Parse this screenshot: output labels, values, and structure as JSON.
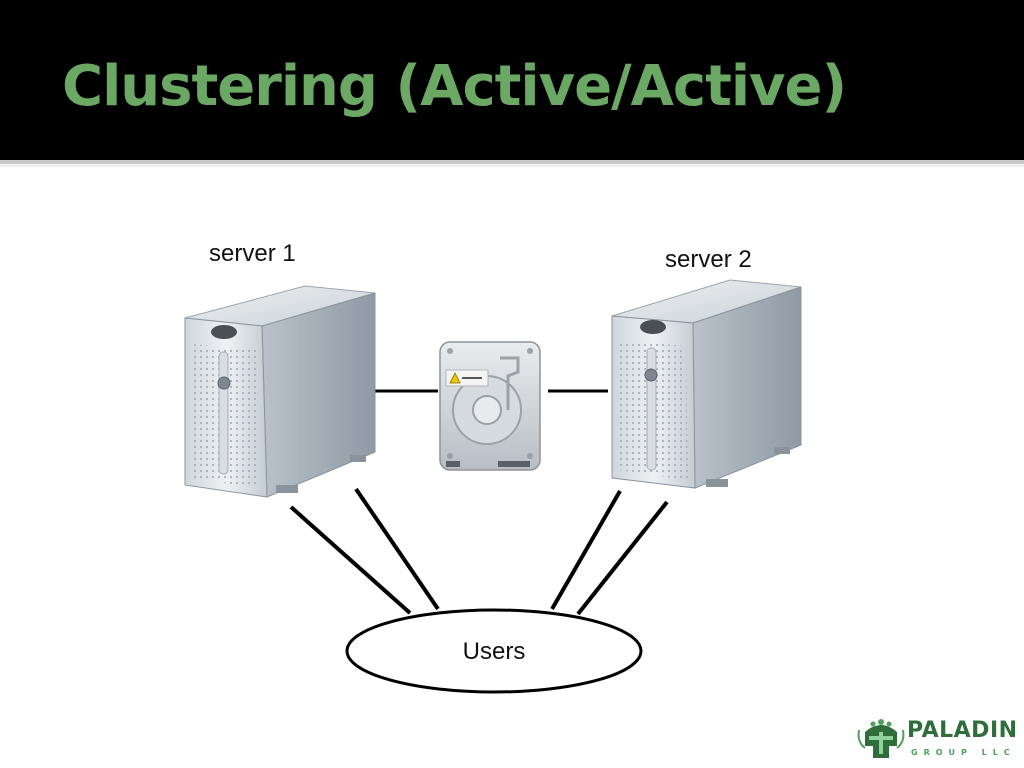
{
  "slide": {
    "title": "Clustering (Active/Active)",
    "title_color": "#6aa864",
    "header_background": "#000000"
  },
  "diagram": {
    "servers": [
      {
        "label": "server 1",
        "icon": "tower-server-icon"
      },
      {
        "label": "server 2",
        "icon": "tower-server-icon"
      }
    ],
    "shared_storage": {
      "icon": "hard-drive-icon"
    },
    "users": {
      "label": "Users"
    }
  },
  "logo": {
    "name": "PALADIN",
    "subtitle": "GROUP LLC",
    "icon": "paladin-helmet-icon",
    "color": "#2f6e3b"
  }
}
